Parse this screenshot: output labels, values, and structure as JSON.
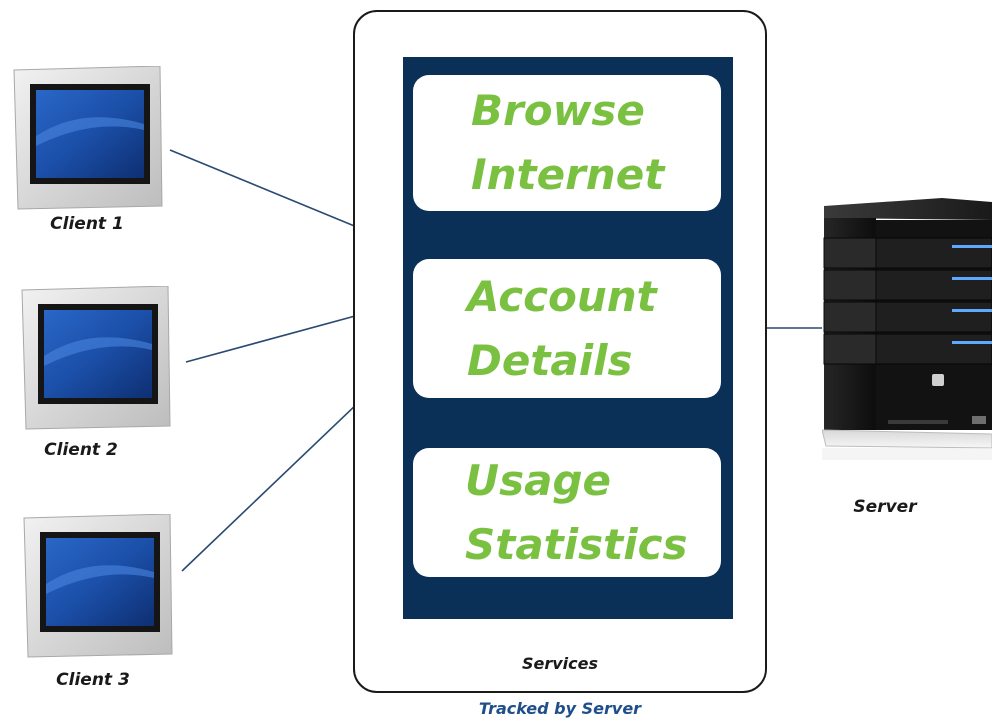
{
  "clients": [
    {
      "label": "Client 1"
    },
    {
      "label": "Client 2"
    },
    {
      "label": "Client 3"
    }
  ],
  "services": {
    "caption": "Services",
    "items": [
      {
        "line1": "Browse",
        "line2": "Internet"
      },
      {
        "line1": "Account",
        "line2": "Details"
      },
      {
        "line1": "Usage",
        "line2": "Statistics"
      }
    ],
    "tracked_label": "Tracked by Server"
  },
  "server": {
    "label": "Server"
  },
  "colors": {
    "panel": "#0b3058",
    "service_text": "#7ac142",
    "tracked_text": "#1f4f8a",
    "connector": "#2a4a72"
  },
  "icons": [
    "monitor-icon",
    "server-icon"
  ]
}
